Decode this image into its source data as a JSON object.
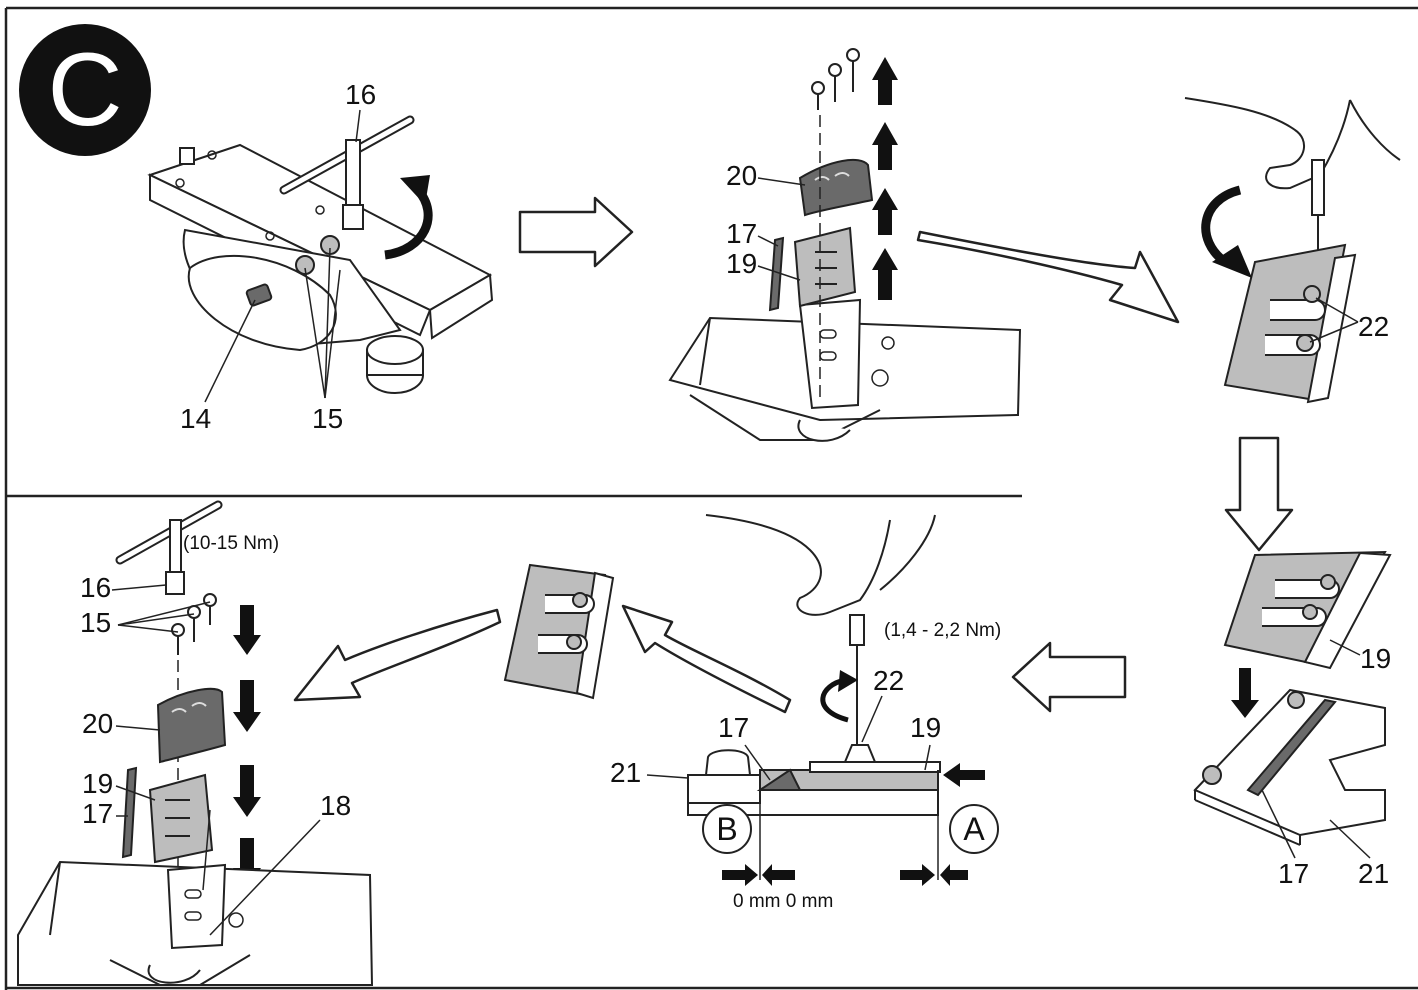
{
  "panel_letter": "C",
  "step1": {
    "labels": {
      "wrench": "16",
      "knob": "14",
      "bolts": "15"
    }
  },
  "step2": {
    "labels": {
      "clamp": "20",
      "blade": "17",
      "carrier": "19"
    }
  },
  "step3": {
    "labels": {
      "screws": "22"
    }
  },
  "step4": {
    "labels": {
      "carrier": "19",
      "blade": "17",
      "gauge": "21"
    }
  },
  "step5": {
    "torque": "(1,4 - 2,2 Nm)",
    "labels": {
      "screw": "22",
      "blade": "17",
      "carrier": "19",
      "gauge": "21",
      "point_b": "B",
      "point_a": "A"
    },
    "offset": "0 mm 0 mm"
  },
  "step7": {
    "torque": "(10-15 Nm)",
    "labels": {
      "wrench": "16",
      "bolts": "15",
      "clamp": "20",
      "carrier": "19",
      "blade": "17",
      "seat": "18"
    }
  },
  "colors": {
    "line": "#222222",
    "fill_grey": "#bdbdbd",
    "fill_dark": "#6a6a6a",
    "badge": "#111111"
  }
}
